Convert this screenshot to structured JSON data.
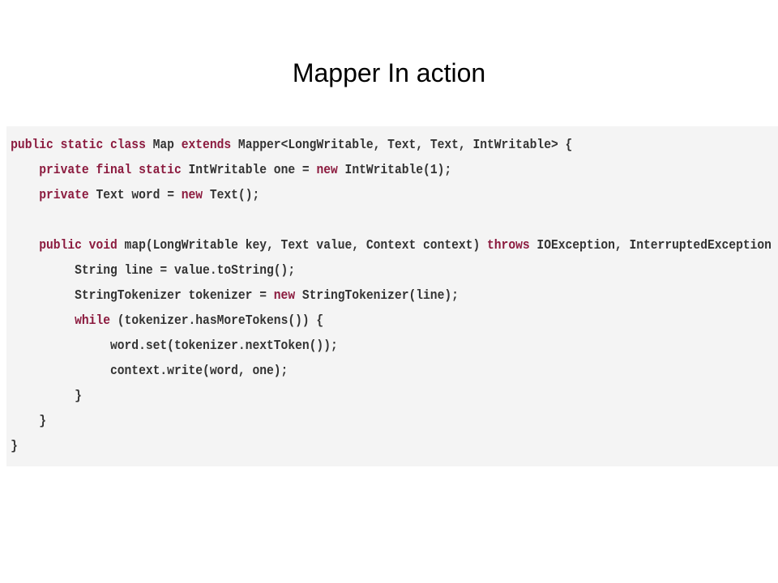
{
  "slide": {
    "title": "Mapper In action"
  },
  "code": {
    "lines": [
      [
        {
          "t": "public static class ",
          "k": true
        },
        {
          "t": "Map ",
          "k": false
        },
        {
          "t": "extends ",
          "k": true
        },
        {
          "t": "Mapper<LongWritable, Text, Text, IntWritable> {",
          "k": false
        }
      ],
      [
        {
          "t": "    ",
          "k": false
        },
        {
          "t": "private final static ",
          "k": true
        },
        {
          "t": "IntWritable one = ",
          "k": false
        },
        {
          "t": "new ",
          "k": true
        },
        {
          "t": "IntWritable(1);",
          "k": false
        }
      ],
      [
        {
          "t": "    ",
          "k": false
        },
        {
          "t": "private ",
          "k": true
        },
        {
          "t": "Text word = ",
          "k": false
        },
        {
          "t": "new ",
          "k": true
        },
        {
          "t": "Text();",
          "k": false
        }
      ],
      [
        {
          "t": "",
          "k": false
        }
      ],
      [
        {
          "t": "    ",
          "k": false
        },
        {
          "t": "public void ",
          "k": true
        },
        {
          "t": "map(LongWritable key, Text value, Context context) ",
          "k": false
        },
        {
          "t": "throws ",
          "k": true
        },
        {
          "t": "IOException, InterruptedException {",
          "k": false
        }
      ],
      [
        {
          "t": "         String line = value.toString();",
          "k": false
        }
      ],
      [
        {
          "t": "         StringTokenizer tokenizer = ",
          "k": false
        },
        {
          "t": "new ",
          "k": true
        },
        {
          "t": "StringTokenizer(line);",
          "k": false
        }
      ],
      [
        {
          "t": "         ",
          "k": false
        },
        {
          "t": "while ",
          "k": true
        },
        {
          "t": "(tokenizer.hasMoreTokens()) {",
          "k": false
        }
      ],
      [
        {
          "t": "              word.set(tokenizer.nextToken());",
          "k": false
        }
      ],
      [
        {
          "t": "              context.write(word, one);",
          "k": false
        }
      ],
      [
        {
          "t": "         }",
          "k": false
        }
      ],
      [
        {
          "t": "    }",
          "k": false
        }
      ],
      [
        {
          "t": "}",
          "k": false
        }
      ]
    ]
  },
  "colors": {
    "keyword": "#8b1a3e",
    "plain": "#333333",
    "panel_background": "#f4f4f4"
  }
}
